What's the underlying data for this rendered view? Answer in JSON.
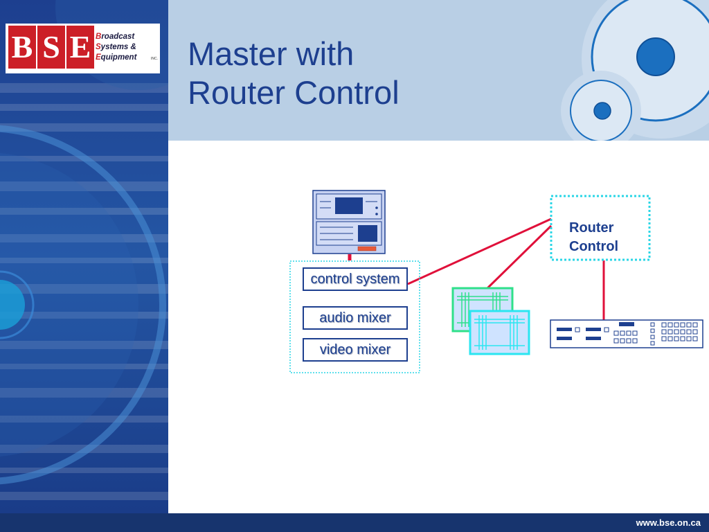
{
  "logo": {
    "letters": [
      "B",
      "S",
      "E"
    ],
    "lines": [
      {
        "cap": "B",
        "rest": "roadcast"
      },
      {
        "cap": "S",
        "rest": "ystems &"
      },
      {
        "cap": "E",
        "rest": "quipment"
      }
    ],
    "inc": "INC."
  },
  "title": {
    "line1": "Master with",
    "line2": "Router Control"
  },
  "diagram": {
    "control_system": "control system",
    "audio_mixer": "audio mixer",
    "video_mixer": "video mixer",
    "router_control_line1": "Router",
    "router_control_line2": "Control"
  },
  "footer": {
    "url": "www.bse.on.ca"
  },
  "colors": {
    "navy": "#1d3f8f",
    "header_band": "#b9cfe5",
    "connector_red": "#e0103a",
    "dotted_cyan": "#2ad6e6",
    "green_panel": "#2fe08a",
    "cyan_panel": "#2ae6f0",
    "logo_red": "#cc1f27"
  }
}
